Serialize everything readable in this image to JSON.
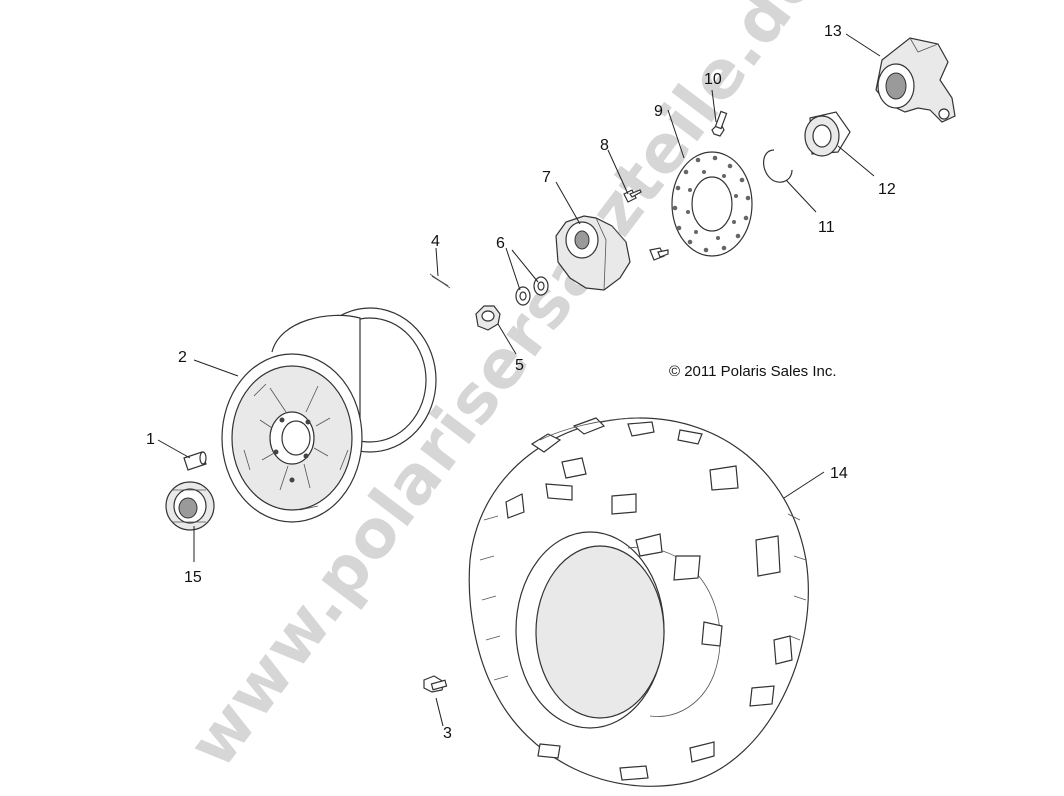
{
  "watermark": "www.polarisersatzteile.de",
  "copyright": "© 2011 Polaris Sales Inc.",
  "callouts": [
    {
      "id": "1",
      "label": "1"
    },
    {
      "id": "2",
      "label": "2"
    },
    {
      "id": "3",
      "label": "3"
    },
    {
      "id": "4",
      "label": "4"
    },
    {
      "id": "5",
      "label": "5"
    },
    {
      "id": "6",
      "label": "6"
    },
    {
      "id": "7",
      "label": "7"
    },
    {
      "id": "8",
      "label": "8"
    },
    {
      "id": "9",
      "label": "9"
    },
    {
      "id": "10",
      "label": "10"
    },
    {
      "id": "11",
      "label": "11"
    },
    {
      "id": "12",
      "label": "12"
    },
    {
      "id": "13",
      "label": "13"
    },
    {
      "id": "14",
      "label": "14"
    },
    {
      "id": "15",
      "label": "15"
    }
  ]
}
